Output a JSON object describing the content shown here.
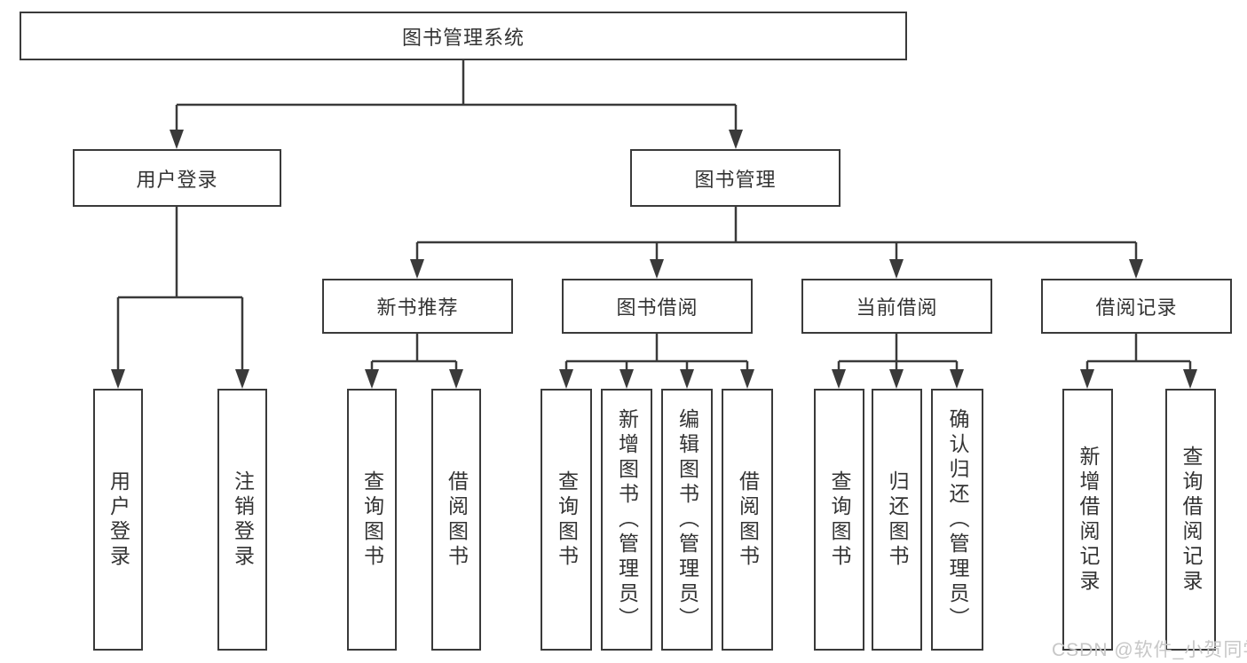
{
  "tree": {
    "root": {
      "label": "图书管理系统"
    },
    "branches": [
      {
        "label": "用户登录",
        "children": [
          {
            "label": "用户登录"
          },
          {
            "label": "注销登录"
          }
        ]
      },
      {
        "label": "图书管理",
        "children": [
          {
            "label": "新书推荐",
            "children": [
              {
                "label": "查询图书"
              },
              {
                "label": "借阅图书"
              }
            ]
          },
          {
            "label": "图书借阅",
            "children": [
              {
                "label": "查询图书"
              },
              {
                "label": "新增图书（管理员）"
              },
              {
                "label": "编辑图书（管理员）"
              },
              {
                "label": "借阅图书"
              }
            ]
          },
          {
            "label": "当前借阅",
            "children": [
              {
                "label": "查询图书"
              },
              {
                "label": "归还图书"
              },
              {
                "label": "确认归还（管理员）"
              }
            ]
          },
          {
            "label": "借阅记录",
            "children": [
              {
                "label": "新增借阅记录"
              },
              {
                "label": "查询借阅记录"
              }
            ]
          }
        ]
      }
    ]
  },
  "watermark": {
    "text": "CSDN @软件_小贺同学"
  },
  "colors": {
    "line": "#3a3a3a",
    "text": "#333333",
    "background": "#ffffff",
    "watermark": "#c7c7c7"
  }
}
